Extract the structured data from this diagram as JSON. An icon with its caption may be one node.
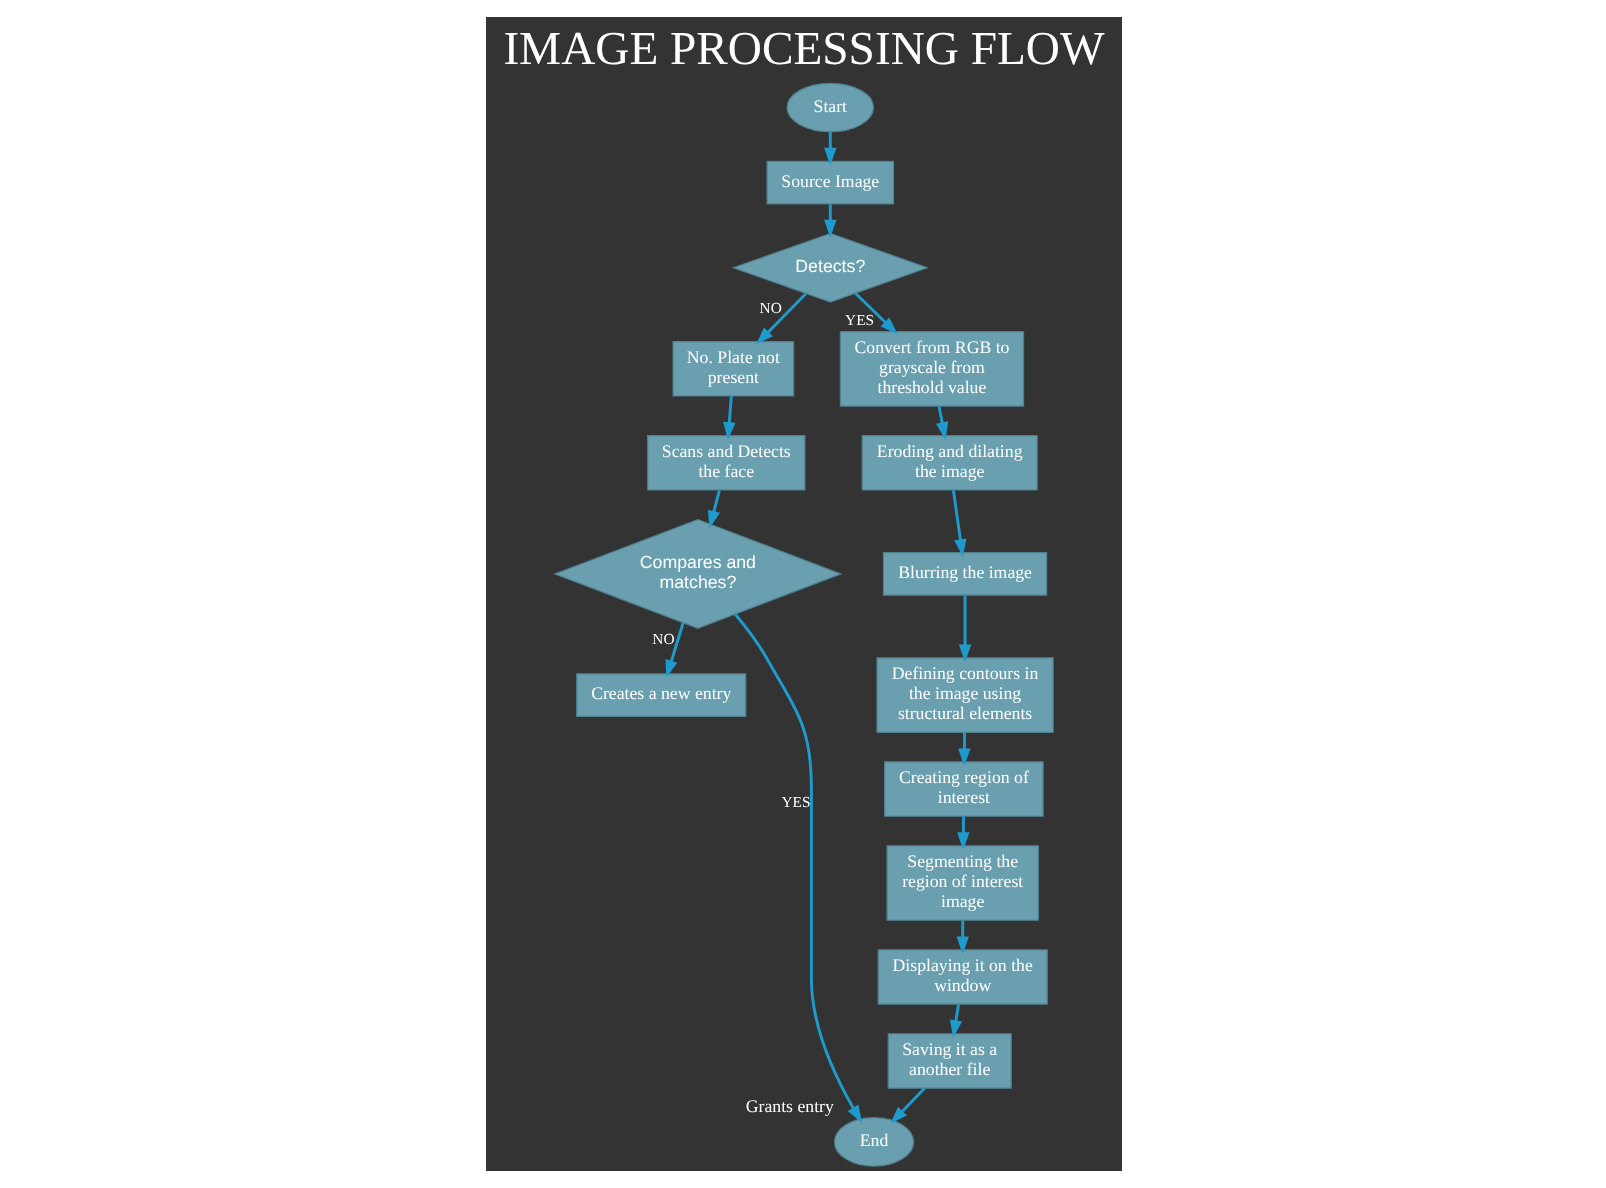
{
  "diagram": {
    "title": "IMAGE PROCESSING FLOW",
    "nodes": [
      {
        "text": [
          "Start"
        ]
      },
      {
        "text": [
          "Source Image"
        ]
      },
      {
        "text": [
          "Detects?"
        ]
      },
      {
        "text": [
          "No. Plate not present"
        ]
      },
      {
        "text": [
          "Scans and Detects the face"
        ]
      },
      {
        "text": [
          "Compares and matches?"
        ]
      },
      {
        "text": [
          "Creates a new entry"
        ]
      },
      {
        "text": [
          "Convert from RGB to grayscale from threshold value"
        ]
      },
      {
        "text": [
          "Eroding and dilating the image"
        ]
      },
      {
        "text": [
          "Blurring the image"
        ]
      },
      {
        "text": [
          "Defining contours in the image using structural elements"
        ]
      },
      {
        "text": [
          "Creating region of interest"
        ]
      },
      {
        "text": [
          "Segmenting the region of interest image"
        ]
      },
      {
        "text": [
          "Displaying it on the window"
        ]
      },
      {
        "text": [
          "Saving it as a another file"
        ]
      },
      {
        "text": [
          "End"
        ],
        "beside": [
          "Grants entry"
        ]
      }
    ],
    "edges": [
      {
        "from": 0,
        "to": 1,
        "arrow": "to"
      },
      {
        "from": 1,
        "to": 2,
        "arrow": "to"
      },
      {
        "from": 2,
        "to": 7,
        "arrow": "to",
        "label": "YES"
      },
      {
        "from": 2,
        "to": 3,
        "arrow": "to",
        "label": "NO"
      },
      {
        "from": 3,
        "to": 4,
        "arrow": "to"
      },
      {
        "from": 4,
        "to": 5,
        "arrow": "to"
      },
      {
        "from": 5,
        "to": 6,
        "arrow": "to",
        "label": "NO"
      },
      {
        "from": 5,
        "to": 15,
        "arrow": "to",
        "label": "YES"
      },
      {
        "from": 7,
        "to": 8,
        "arrow": "to"
      },
      {
        "from": 8,
        "to": 9,
        "arrow": "to"
      },
      {
        "from": 9,
        "to": 10,
        "arrow": "to"
      },
      {
        "from": 10,
        "to": 11,
        "arrow": "to"
      },
      {
        "from": 11,
        "to": 12,
        "arrow": "to"
      },
      {
        "from": 12,
        "to": 13,
        "arrow": "to"
      },
      {
        "from": 13,
        "to": 14,
        "arrow": "to"
      },
      {
        "from": 14,
        "to": 15,
        "arrow": "to"
      }
    ]
  }
}
